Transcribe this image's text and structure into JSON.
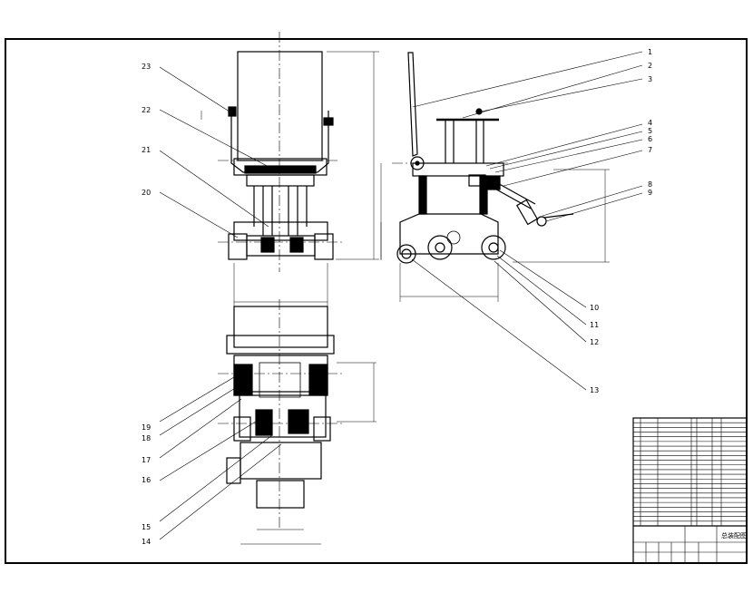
{
  "drawing": {
    "balloons_right": [
      "1",
      "2",
      "3",
      "4",
      "5",
      "6",
      "7",
      "8",
      "9",
      "10",
      "11",
      "12",
      "13"
    ],
    "balloons_left": [
      "23",
      "22",
      "21",
      "20"
    ],
    "balloons_bottom": [
      "19",
      "18",
      "17",
      "16",
      "15",
      "14"
    ],
    "title_block": {
      "drawing_name": "总装配图"
    }
  }
}
